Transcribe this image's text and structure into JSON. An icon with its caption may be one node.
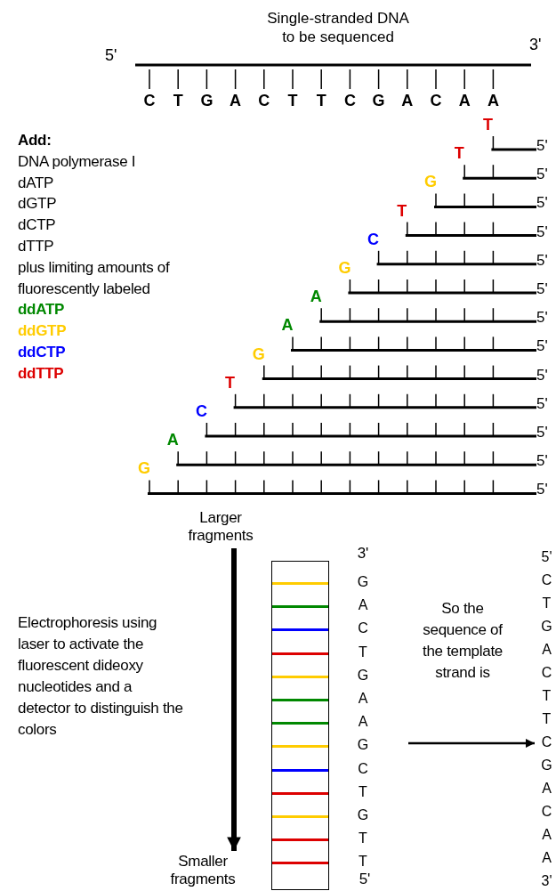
{
  "diagram": {
    "nodes": [
      {
        "text": [
          "Larger fragments"
        ]
      },
      {
        "text": [
          "Smaller fragments"
        ]
      },
      {
        "text": [],
        "shape": "box"
      },
      {
        "text": [
          "5'",
          "C",
          "T",
          "G",
          "A",
          "C",
          "T",
          "T",
          "C",
          "G",
          "A",
          "C",
          "A",
          "A",
          "3'"
        ]
      }
    ],
    "edges": [
      {
        "from": 0,
        "to": 1,
        "arrow": "to",
        "style": "thick"
      },
      {
        "from": null,
        "to": 3,
        "arrow": "to"
      }
    ],
    "labels": [
      "Single-stranded DNA to be sequenced",
      "5'",
      "3'",
      "C",
      "T",
      "G",
      "A",
      "C",
      "T",
      "T",
      "C",
      "G",
      "A",
      "C",
      "A",
      "A",
      "Add:",
      "DNA polymerase I",
      "dATP",
      "dGTP",
      "dCTP",
      "dTTP",
      "plus limiting amounts of fluorescently labeled",
      "ddATP",
      "ddGTP",
      "ddCTP",
      "ddTTP",
      "T",
      "5'",
      "T",
      "5'",
      "G",
      "5'",
      "T",
      "5'",
      "C",
      "5'",
      "G",
      "5'",
      "A",
      "5'",
      "A",
      "5'",
      "G",
      "5'",
      "T",
      "5'",
      "C",
      "5'",
      "A",
      "5'",
      "G",
      "5'",
      "Electrophoresis using laser to activate the fluorescent dideoxy nucleotides and a detector to distinguish the colors",
      "3'",
      "G",
      "A",
      "C",
      "T",
      "G",
      "A",
      "A",
      "G",
      "C",
      "T",
      "G",
      "T",
      "T",
      "5'",
      "So the sequence of the template strand is"
    ]
  }
}
